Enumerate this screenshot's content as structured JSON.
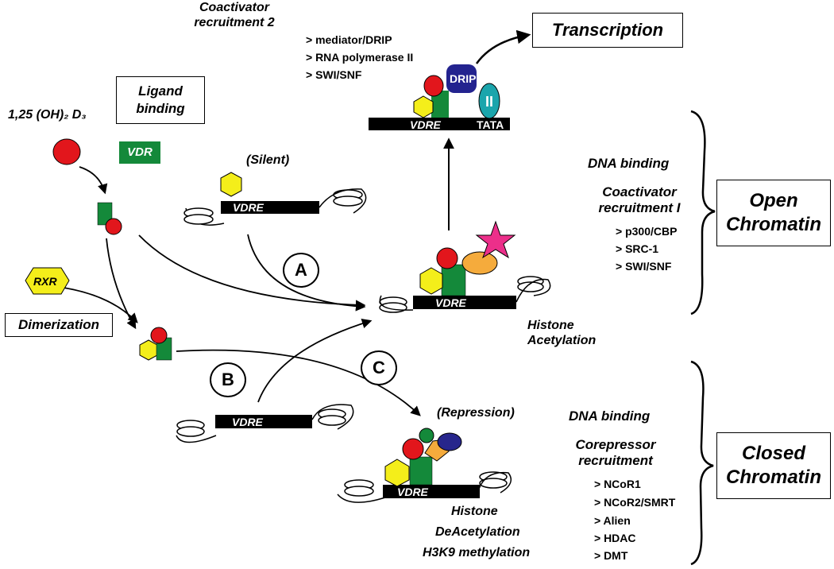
{
  "header": {
    "coactivator2": "Coactivator recruitment 2",
    "transcription": "Transcription"
  },
  "coactivator2_items": [
    "> mediator/DRIP",
    "> RNA polymerase II",
    "> SWI/SNF"
  ],
  "ligand_binding": "Ligand binding",
  "ligand": "1,25 (OH)₂ D₃",
  "vdr": "VDR",
  "rxr": "RXR",
  "dimerization": "Dimerization",
  "silent": "(Silent)",
  "repression": "(Repression)",
  "vdre": "VDRE",
  "drip": "DRIP",
  "pol2": "II",
  "tata": "TATA",
  "paths": {
    "a": "A",
    "b": "B",
    "c": "C"
  },
  "open": {
    "dna_binding": "DNA binding",
    "coactivator1": "Coactivator recruitment I",
    "items": [
      "> p300/CBP",
      "> SRC-1",
      "> SWI/SNF"
    ],
    "box": "Open Chromatin"
  },
  "histone_acetylation": "Histone Acetylation",
  "closed": {
    "dna_binding": "DNA binding",
    "corepressor": "Corepressor recruitment",
    "items": [
      "> NCoR1",
      "> NCoR2/SMRT",
      "> Alien",
      "> HDAC",
      "> DMT"
    ],
    "box": "Closed Chromatin"
  },
  "histone_deacetylation": [
    "Histone",
    "DeAcetylation",
    "H3K9 methylation"
  ],
  "colors": {
    "ligand_red": "#e2161c",
    "vdr_green": "#14893a",
    "rxr_yellow": "#f4ee1a",
    "coactivator_orange": "#f5ab3c",
    "p300_pink": "#ec2f8a",
    "drip_navy": "#23238f",
    "pol2_teal": "#1ba5ac",
    "corepressor_navy": "#27268c",
    "corepressor_green": "#14893a"
  }
}
